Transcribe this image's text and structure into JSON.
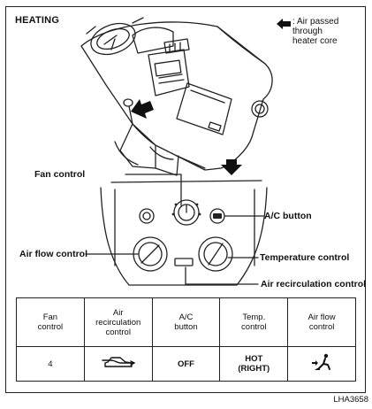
{
  "section_title": "HEATING",
  "legend": {
    "text": ": Air passed\nthrough\nheater core",
    "icon": "air-flow-arrow-icon"
  },
  "callouts": {
    "fan_control": "Fan control",
    "ac_button": "A/C button",
    "air_flow_control": "Air flow control",
    "temperature_control": "Temperature control",
    "air_recirculation_control": "Air recirculation control"
  },
  "table": {
    "headers": [
      "Fan\ncontrol",
      "Air\nrecirculation\ncontrol",
      "A/C\nbutton",
      "Temp.\ncontrol",
      "Air flow\ncontrol"
    ],
    "row": {
      "fan": "4",
      "recirculation_icon": "outside-air-car-icon",
      "ac": "OFF",
      "temp": "HOT\n(RIGHT)",
      "air_flow_icon": "foot-vent-seat-icon"
    }
  },
  "figure_code": "LHA3658"
}
